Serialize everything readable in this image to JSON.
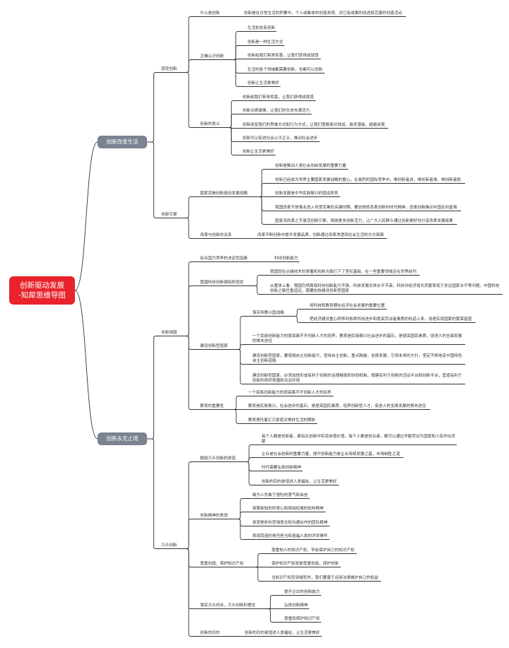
{
  "root": {
    "line1": "创新驱动发展",
    "line2": "-知犀思维导图"
  },
  "branches": [
    {
      "label": "创新改变生活",
      "children": [
        {
          "label": "感受创新",
          "children": [
            {
              "label": "什么是创新",
              "children": [
                {
                  "label": "创新是在日常生活的积累中，个人或集体的创造发明、对已有成果的改进和完善的创造活动"
                }
              ]
            },
            {
              "label": "正确认识创新",
              "children": [
                {
                  "label": "生活处处有创新"
                },
                {
                  "label": "创新是一种生活方式"
                },
                {
                  "label": "创新给我们带来惊喜，让我们获得成就感"
                },
                {
                  "label": "生活的各个领域都需要创新，也都可以创新"
                },
                {
                  "label": "创新让生活更美好"
                }
              ]
            },
            {
              "label": "创新的意义",
              "children": [
                {
                  "label": "创新给我们带来惊喜，让我们获得成就感"
                },
                {
                  "label": "创新点燃激情，让我们的生命充满活力"
                },
                {
                  "label": "创新改变我们的思维方式和行为方式，让我们勇敢面对挑战，激发潜能，超越自我"
                },
                {
                  "label": "创新可以促进社会公平正义，推动社会进步"
                },
                {
                  "label": "创新让生活更美好"
                }
              ]
            }
          ]
        },
        {
          "label": "创新引擎",
          "children": [
            {
              "label": "国家实施创新驱动发展战略",
              "children": [
                {
                  "label": "创新是推动人类社会向前发展的重要力量"
                },
                {
                  "label": "创新已经成为世界主要国家发展战略的重心，在激烈的国际竞争中，唯创新者进，唯创新者强，唯创新者胜"
                },
                {
                  "label": "创新发展是中华民族振兴的国运所系"
                },
                {
                  "label": "我国改革开放事业进入攻坚克难的关键时期，要加快转改革创新的时代精神，改革创新推动中国走向富强"
                },
                {
                  "label": "国家鸿改革之手激活创新引擎，释放更多创新活力，让广大人民群众通过创新更好地分享改革发展成果"
                }
              ]
            },
            {
              "label": "改革与创新的关系",
              "children": [
                {
                  "label": "改革不断创新中提升发展品质，创新通过改革渗透到社会生活的方方面面"
                }
              ]
            }
          ]
        }
      ]
    },
    {
      "label": "创新永无止境",
      "children": [
        {
          "label": "创新强国",
          "children": [
            {
              "label": "综合国力竞争的决定性因素",
              "children": [
                {
                  "label": "科技创新能力"
                }
              ]
            },
            {
              "label": "我国科技创新面临的现状",
              "children": [
                {
                  "label": "我国现在尖端技术的掌握和创新方面打下了坚实基础，在一些重要领域走在世界前列"
                },
                {
                  "label": "从整体上看，我国仍然面临科技创新能力不强，科技发展总体水平不高，科技对经济增长贡献率低于发达国家水平等问题。中国科技创新之路任重道远，需要加快建设创新型国家"
                }
              ]
            },
            {
              "label": "建设创新型国家",
              "children": [
                {
                  "label": "落实科教兴国战略",
                  "children": [
                    {
                      "label": "将科技和教育摆在经济社会发展的重要位置"
                    },
                    {
                      "label": "把经济建设重心转移到依靠科技进步和提高劳动者素质的轨道上来，加速实现国家的繁荣昌盛"
                    }
                  ]
                },
                {
                  "label": "一个民族创新能力的提高离不开创新人才的培养，教育是民族振兴社会进步的基石，是提高国民素质，促进人的全面发展的根本途径"
                },
                {
                  "label": "建设创新型国家，要增强自主创新能力，坚持自主创新，重点跨越，支撑发展，引领未来的方针，坚定不移地走中国特色自主创新道路"
                },
                {
                  "label": "建设创新型国家，必须加快形成有利于创新的治理格局和协同机制，搭建有利于创新的活动平台和创新平台，营造有利于创新的良好氛围和法治环境"
                }
              ]
            },
            {
              "label": "教育的重要性",
              "children": [
                {
                  "label": "一个民族创新能力的提高离不开创新人才的培养"
                },
                {
                  "label": "教育是民族振兴，社会进步的基石，是提高国民素质，培养创新型人才，促进人的全面发展的根本途径"
                },
                {
                  "label": "教育寄托着亿万家庭对美好生活的期盼"
                }
              ]
            }
          ]
        },
        {
          "label": "万众创新",
          "children": [
            {
              "label": "鼓励万众创新的原因",
              "children": [
                {
                  "label": "每个人都是创新者，都有在创新中实现自我价值，每个人都是创业者，都可以通过辛勤劳动为国家和人民作出贡献"
                },
                {
                  "label": "企业是社会创新的重要力量，提升创新能力是企业持续发展之基，市场制胜之道"
                },
                {
                  "label": "时代需要弘扬创新精神"
                },
                {
                  "label": "创新的目的是增进人类福祉，让生活更美好"
                }
              ]
            },
            {
              "label": "创新精神的表现",
              "children": [
                {
                  "label": "敢为人先敢于冒险的勇气和自信"
                },
                {
                  "label": "探索新知的好奇心和挑战权威的批判精神"
                },
                {
                  "label": "承受挫折的坚强意志和沟通合作的团队精神"
                },
                {
                  "label": "表现其造的责任担当和造福人类的济世情怀"
                }
              ]
            },
            {
              "label": "尊重创造，保护知识产权",
              "children": [
                {
                  "label": "尊重他人的知识产权，学会保护自己的知识产权"
                },
                {
                  "label": "保护知识产权就是尊重创造，保护创新"
                },
                {
                  "label": "当知识产权受到侵犯时，我们要善于运用法律维护自己的权益"
                }
              ]
            },
            {
              "label": "落实大众创业，万众创新的理念",
              "children": [
                {
                  "label": "提升企业的创新能力"
                },
                {
                  "label": "弘扬创新精神"
                },
                {
                  "label": "尊重和保护知识产权"
                }
              ]
            },
            {
              "label": "创新的目的",
              "children": [
                {
                  "label": "创新的目的是增进人类福祉，让生活更美好"
                }
              ]
            }
          ]
        }
      ]
    }
  ]
}
